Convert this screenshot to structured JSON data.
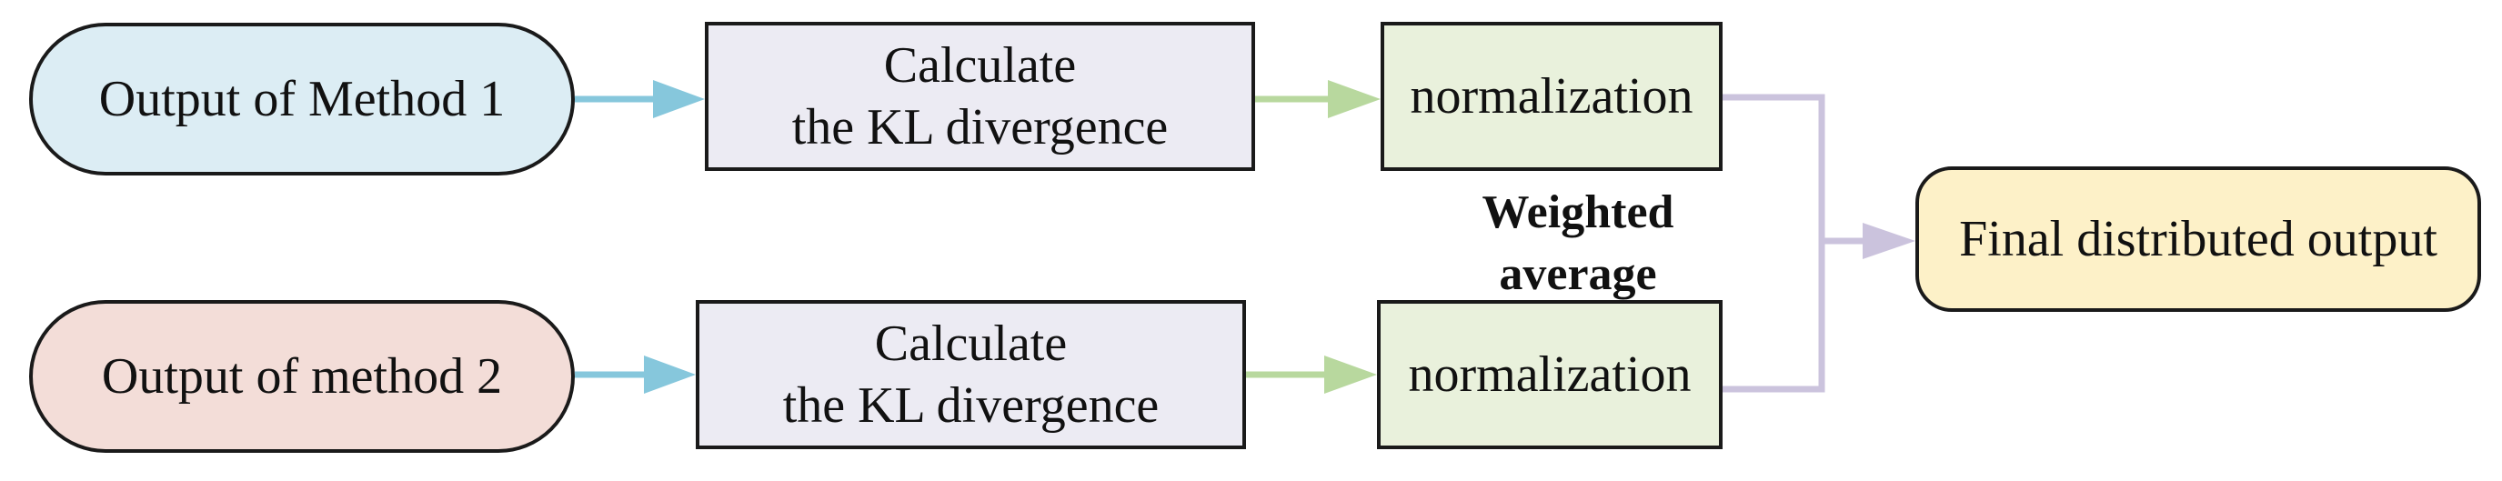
{
  "nodes": {
    "output_method_1": {
      "label": "Output of Method 1",
      "fill": "#dcedf4"
    },
    "output_method_2": {
      "label": "Output of method 2",
      "fill": "#f3ddd8"
    },
    "calc_kl_top": {
      "line1": "Calculate",
      "line2": "the KL divergence",
      "fill": "#ecebf3"
    },
    "calc_kl_bottom": {
      "line1": "Calculate",
      "line2": "the KL divergence",
      "fill": "#ecebf3"
    },
    "normalization_top": {
      "label": "normalization",
      "fill": "#e9f1dc"
    },
    "normalization_bottom": {
      "label": "normalization",
      "fill": "#e9f1dc"
    },
    "final_output": {
      "label": "Final distributed output",
      "fill": "#fdf1c8"
    }
  },
  "weighted_average": {
    "line1": "Weighted",
    "line2": "average"
  },
  "colors": {
    "arrow_blue": "#86c7dc",
    "arrow_green": "#b8d89e",
    "merge_purple": "#cbc3dd",
    "border": "#1a1a1a"
  }
}
